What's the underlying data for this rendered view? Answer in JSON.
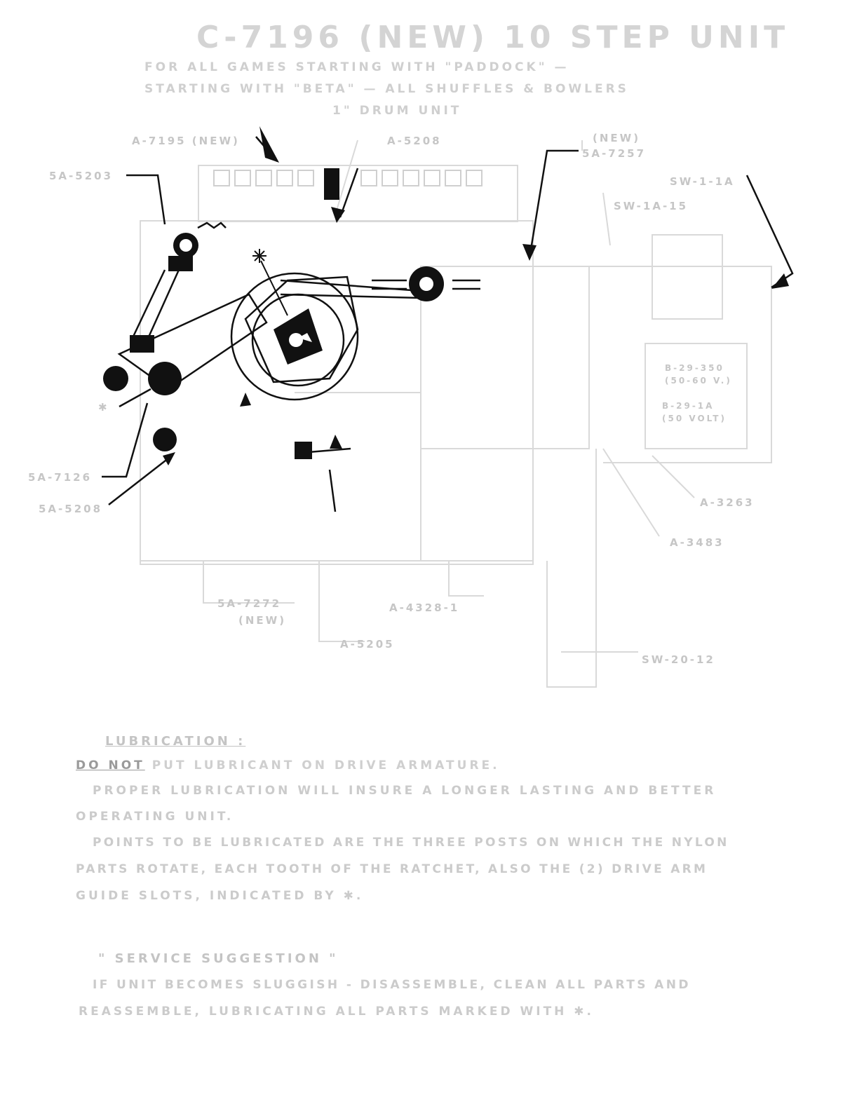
{
  "header": {
    "title": "C-7196 (NEW) 10 STEP UNIT",
    "line1": "FOR ALL GAMES STARTING WITH \"PADDOCK\" —",
    "line2": "STARTING WITH \"BETA\" — ALL SHUFFLES & BOWLERS",
    "line3": "1\" DRUM UNIT"
  },
  "labels": {
    "a7195": "A-7195 (NEW)",
    "a5208_top": "A-5208",
    "a5203_left": "5A-5203",
    "new_5a7257_line1": "(NEW)",
    "new_5a7257_line2": "5A-7257",
    "sw_right": "SW-1-1A",
    "sw_mid": "SW-1A-15",
    "coil_1": "B-29-350",
    "coil_1b": "(50-60 V.)",
    "coil_2": "B-29-1A",
    "coil_2b": "(50 VOLT)",
    "a7126": "5A-7126",
    "a5208_left": "5A-5208",
    "a3263": "A-3263",
    "a3483": "A-3483",
    "a7272_line1": "5A-7272",
    "a7272_line2": "(NEW)",
    "a4328": "A-4328-1",
    "a5205": "A-5205",
    "sw_bottom": "SW-20-12"
  },
  "lubrication": {
    "heading": "LUBRICATION :",
    "do_not": "DO NOT",
    "line1_rest": "PUT LUBRICANT ON DRIVE ARMATURE.",
    "line2": "PROPER LUBRICATION WILL INSURE A LONGER LASTING AND BETTER",
    "line3": "OPERATING UNIT.",
    "line4": "POINTS TO BE LUBRICATED ARE THE THREE POSTS ON WHICH THE NYLON",
    "line5": "PARTS ROTATE, EACH TOOTH OF THE RATCHET, ALSO THE (2) DRIVE ARM",
    "line6": "GUIDE SLOTS, INDICATED BY ✱."
  },
  "service": {
    "heading": "\" SERVICE SUGGESTION \"",
    "line1": "IF UNIT BECOMES SLUGGISH - DISASSEMBLE, CLEAN ALL PARTS AND",
    "line2": "REASSEMBLE, LUBRICATING ALL PARTS MARKED WITH ✱."
  },
  "marks": {
    "asterisk": "✱"
  }
}
